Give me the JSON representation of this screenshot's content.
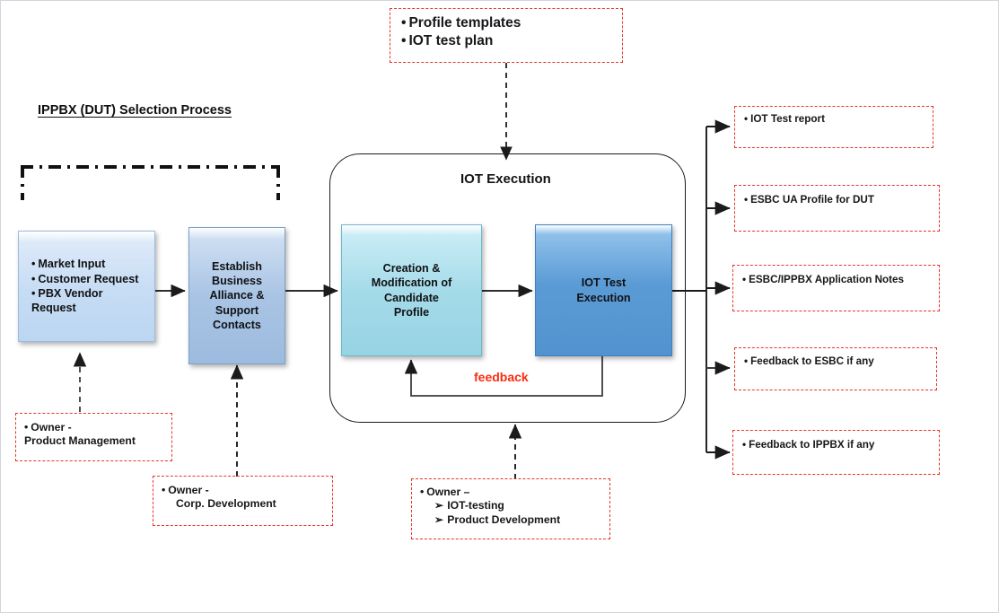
{
  "diagram": {
    "page_title": "IPPBX (DUT) Selection Process",
    "container_title": "IOT Execution",
    "feedback_label": "feedback",
    "colors": {
      "note_border": "#e8342a",
      "feedback_text": "#fb2c10",
      "box_market_input": "#c6dcf4",
      "box_establish": "#a9c4e4",
      "box_creation": "#a5dbe9",
      "box_iot_test": "#5b9bd5",
      "connector": "#1b1b1b",
      "frame": "#d3d6dd"
    }
  },
  "top_note": {
    "name": "profile-templates-note",
    "lines": [
      "Profile templates",
      "IOT test plan"
    ]
  },
  "process_boxes": [
    {
      "name": "market-input-box",
      "lines": [
        "Market Input",
        "Customer Request",
        "PBX Vendor",
        "Request"
      ]
    },
    {
      "name": "establish-business-box",
      "lines": [
        "Establish",
        "Business",
        "Alliance &",
        "Support",
        "Contacts"
      ]
    },
    {
      "name": "candidate-profile-box",
      "lines": [
        "Creation &",
        "Modification of",
        "Candidate",
        "Profile"
      ]
    },
    {
      "name": "iot-test-execution-box",
      "lines": [
        "IOT Test",
        "Execution"
      ]
    }
  ],
  "outputs": [
    {
      "name": "output-iot-test-report",
      "label": "IOT Test report"
    },
    {
      "name": "output-esbc-ua-profile",
      "label": "ESBC  UA Profile for DUT"
    },
    {
      "name": "output-application-notes",
      "label": "ESBC/IPPBX  Application Notes"
    },
    {
      "name": "output-feedback-esbc",
      "label": "Feedback to ESBC  if any"
    },
    {
      "name": "output-feedback-ippbx",
      "label": "Feedback to IPPBX  if any"
    }
  ],
  "owners": [
    {
      "name": "owner-product-management",
      "lines": [
        "Owner -",
        "Product Management"
      ]
    },
    {
      "name": "owner-corp-development",
      "lines": [
        "Owner -",
        "Corp. Development"
      ]
    },
    {
      "name": "owner-iot",
      "head": "Owner –",
      "sub": [
        "IOT-testing",
        "Product Development"
      ]
    }
  ]
}
